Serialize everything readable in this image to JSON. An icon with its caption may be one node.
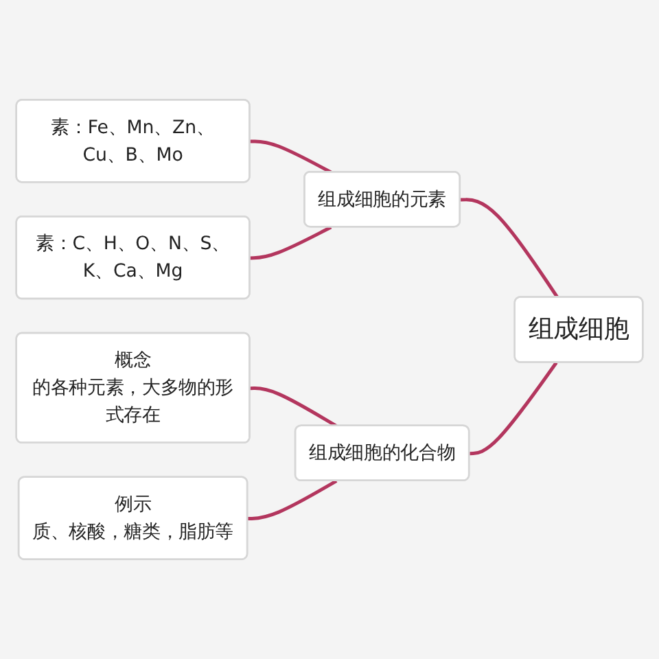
{
  "diagram": {
    "nodes": [
      {
        "text": [
          "组成细胞"
        ]
      },
      {
        "text": [
          "组成细胞的元素"
        ]
      },
      {
        "text": [
          "素：Fe、Mn、Zn、Cu、B、Mo"
        ]
      },
      {
        "text": [
          "素：C、H、O、N、S、K、Ca、Mg"
        ]
      },
      {
        "text": [
          "组成细胞的化合物"
        ]
      },
      {
        "text": [
          "概念",
          "的各种元素，大多物的形式存在"
        ]
      },
      {
        "text": [
          "例示",
          "质、核酸，糖类，脂肪等"
        ]
      }
    ],
    "edges": [
      {
        "from": 0,
        "to": 1,
        "arrow": "none"
      },
      {
        "from": 1,
        "to": 2,
        "arrow": "none"
      },
      {
        "from": 1,
        "to": 3,
        "arrow": "none"
      },
      {
        "from": 0,
        "to": 4,
        "arrow": "none"
      },
      {
        "from": 4,
        "to": 5,
        "arrow": "none"
      },
      {
        "from": 4,
        "to": 6,
        "arrow": "none"
      }
    ]
  }
}
